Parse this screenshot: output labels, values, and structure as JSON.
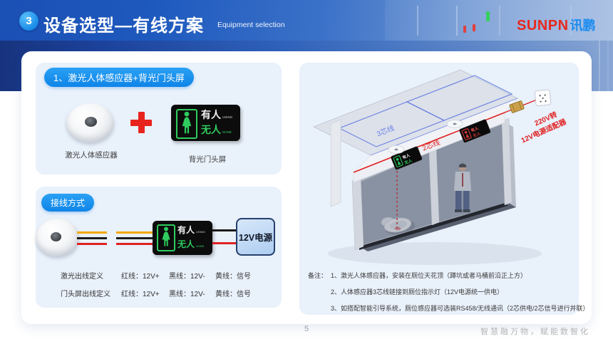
{
  "header": {
    "number": "3",
    "title": "设备选型—有线方案",
    "subtitle": "Equipment selection",
    "logo_primary": "SUNPN",
    "logo_secondary": "讯鹏"
  },
  "components_panel": {
    "badge": "1、激光人体感应器+背光门头屏",
    "sensor_label": "激光人体感应器",
    "display_label": "背光门头屏",
    "display": {
      "occupied": "有人",
      "occupied_sub": "USING",
      "vacant": "无人",
      "vacant_sub": "NONE"
    }
  },
  "wiring_panel": {
    "badge": "接线方式",
    "power_box": "12V电源",
    "rows": [
      {
        "name": "激光出线定义",
        "red": "红线：12V+",
        "black": "黑线：12V-",
        "yellow": "黄线：信号"
      },
      {
        "name": "门头屏出线定义",
        "red": "红线：12V+",
        "black": "黑线：12V-",
        "yellow": "黄线：信号"
      }
    ]
  },
  "diagram": {
    "wire_label_blue": "3芯线",
    "wire_label_red": "2芯线",
    "adapter_label_line1": "220V转",
    "adapter_label_line2": "12V电源适配器",
    "notes_prefix": "备注：",
    "notes": [
      "1、激光人体感应器，安装在厕位天花顶（蹲坑或者马桶前沿正上方）",
      "2、人体感应器3芯线链接到厕位指示灯（12V电源统一供电）",
      "3、如搭配智能引导系统，厕位感应器可选装RS458/无线通讯（2芯供电/2芯信号进行并联）"
    ]
  },
  "footer": {
    "page_number": "5",
    "slogan": "智慧融万物，赋能数智化"
  },
  "colors": {
    "header_blue": "#1f5ec2",
    "badge_blue": "#1390ee",
    "panel_bg": "#e9f1fb",
    "accent_red": "#e8231e",
    "display_green": "#2ecc5e",
    "wire_yellow": "#f5a700",
    "wire_black": "#1a1a1a",
    "wire_red": "#e02222",
    "logo_red": "#e8281e",
    "logo_blue": "#1d8cf0"
  }
}
